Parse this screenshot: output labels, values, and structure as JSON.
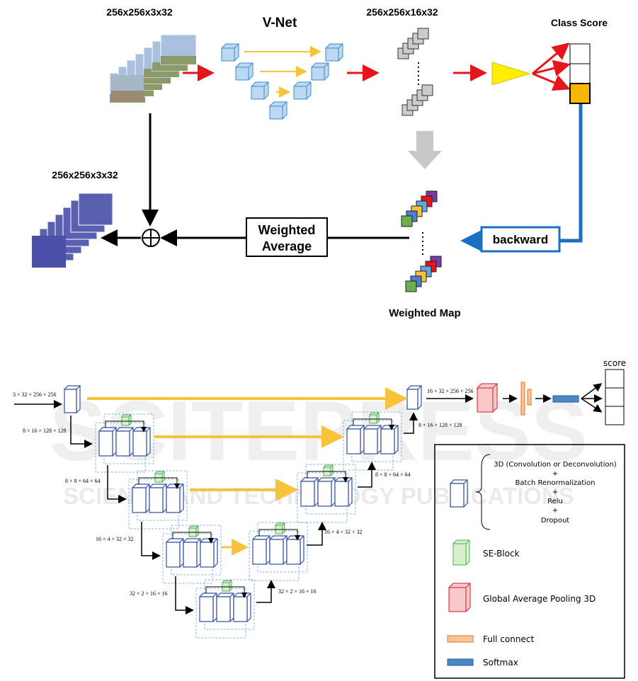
{
  "top": {
    "input_label": "256x256x3x32",
    "vnet_title": "V-Net",
    "feature_label": "256x256x16x32",
    "class_score_label": "Class Score",
    "backward_label": "backward",
    "weighted_average_line1": "Weighted",
    "weighted_average_line2": "Average",
    "weighted_map_label": "Weighted Map",
    "output_label": "256x256x3x32"
  },
  "network": {
    "input_dim": "3 × 32 × 256 × 256",
    "enc1_dim": "8 × 16 × 128 × 128",
    "enc2_dim": "8 × 8 × 64 × 64",
    "enc3_dim": "16 × 4 × 32 × 32",
    "bottom_dim": "32 × 2 × 16 × 16",
    "up_bottom_dim": "32 × 2 × 16 × 16",
    "up3_dim": "16 × 4 × 32 × 32",
    "up2_dim": "8 × 8 × 64 × 64",
    "up1_dim": "8 × 16 × 128 × 128",
    "out_dim": "16 × 32 × 256 × 256",
    "score_label": "score"
  },
  "legend": {
    "block_line1": "3D (Convolution or Deconvolution)",
    "plus": "+",
    "block_line2": "Batch Renormalization",
    "block_line3": "Relu",
    "block_line4": "Dropout",
    "se_block": "SE-Block",
    "gap": "Global Average Pooling 3D",
    "fc": "Full connect",
    "softmax": "Softmax"
  },
  "watermark": {
    "line1": "SCITEPRESS",
    "line2": "SCIENCE AND TECHNOLOGY PUBLICATIONS"
  },
  "colors": {
    "red": "#e8141b",
    "blue": "#1a6fc0",
    "yellow": "#f6c33a",
    "cube": "#bcd8f2",
    "orange": "#f6b800",
    "se": "#4caf50",
    "gap": "#f8c8cc",
    "fc": "#f7c49a",
    "softmax": "#4a88c8"
  }
}
